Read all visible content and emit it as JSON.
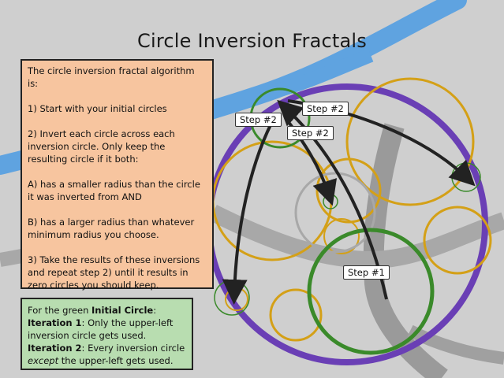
{
  "title": "Circle Inversion Fractals",
  "algorithm": {
    "intro": "The circle inversion fractal algorithm is:",
    "step1": "1) Start with your initial circles",
    "step2": "2) Invert each circle across each inversion circle. Only keep the resulting circle if it both:",
    "condA": "A) has a smaller radius than the circle it was inverted from AND",
    "condB": "B) has a larger radius than whatever minimum radius you choose.",
    "step3": "3) Take the results of these inversions and repeat step 2) until it results in zero circles you should keep."
  },
  "green_note": {
    "line1_prefix": "For the green ",
    "line1_bold": "Initial Circle",
    "line1_suffix": ":",
    "it1_bold": "Iteration 1",
    "it1_text": ": Only the upper-left inversion circle gets used.",
    "it2_bold": "Iteration 2",
    "it2_text_a": ": Every inversion circle ",
    "it2_em": "except",
    "it2_text_b": " the upper-left gets used."
  },
  "labels": {
    "step1": "Step #1",
    "step2_left": "Step #2",
    "step2_top": "Step #2",
    "step2_mid": "Step #2"
  },
  "colors": {
    "background": "#cfcfcf",
    "river_blue": "#5fa3e0",
    "road_gray": "#9a9a9a",
    "outer_circle": "#6a3fb5",
    "inversion_circles": "#d4a017",
    "initial_circle": "#3a8a2a",
    "arrows": "#222222",
    "algo_panel": "#f7c59f",
    "green_panel": "#b8ddb0"
  }
}
